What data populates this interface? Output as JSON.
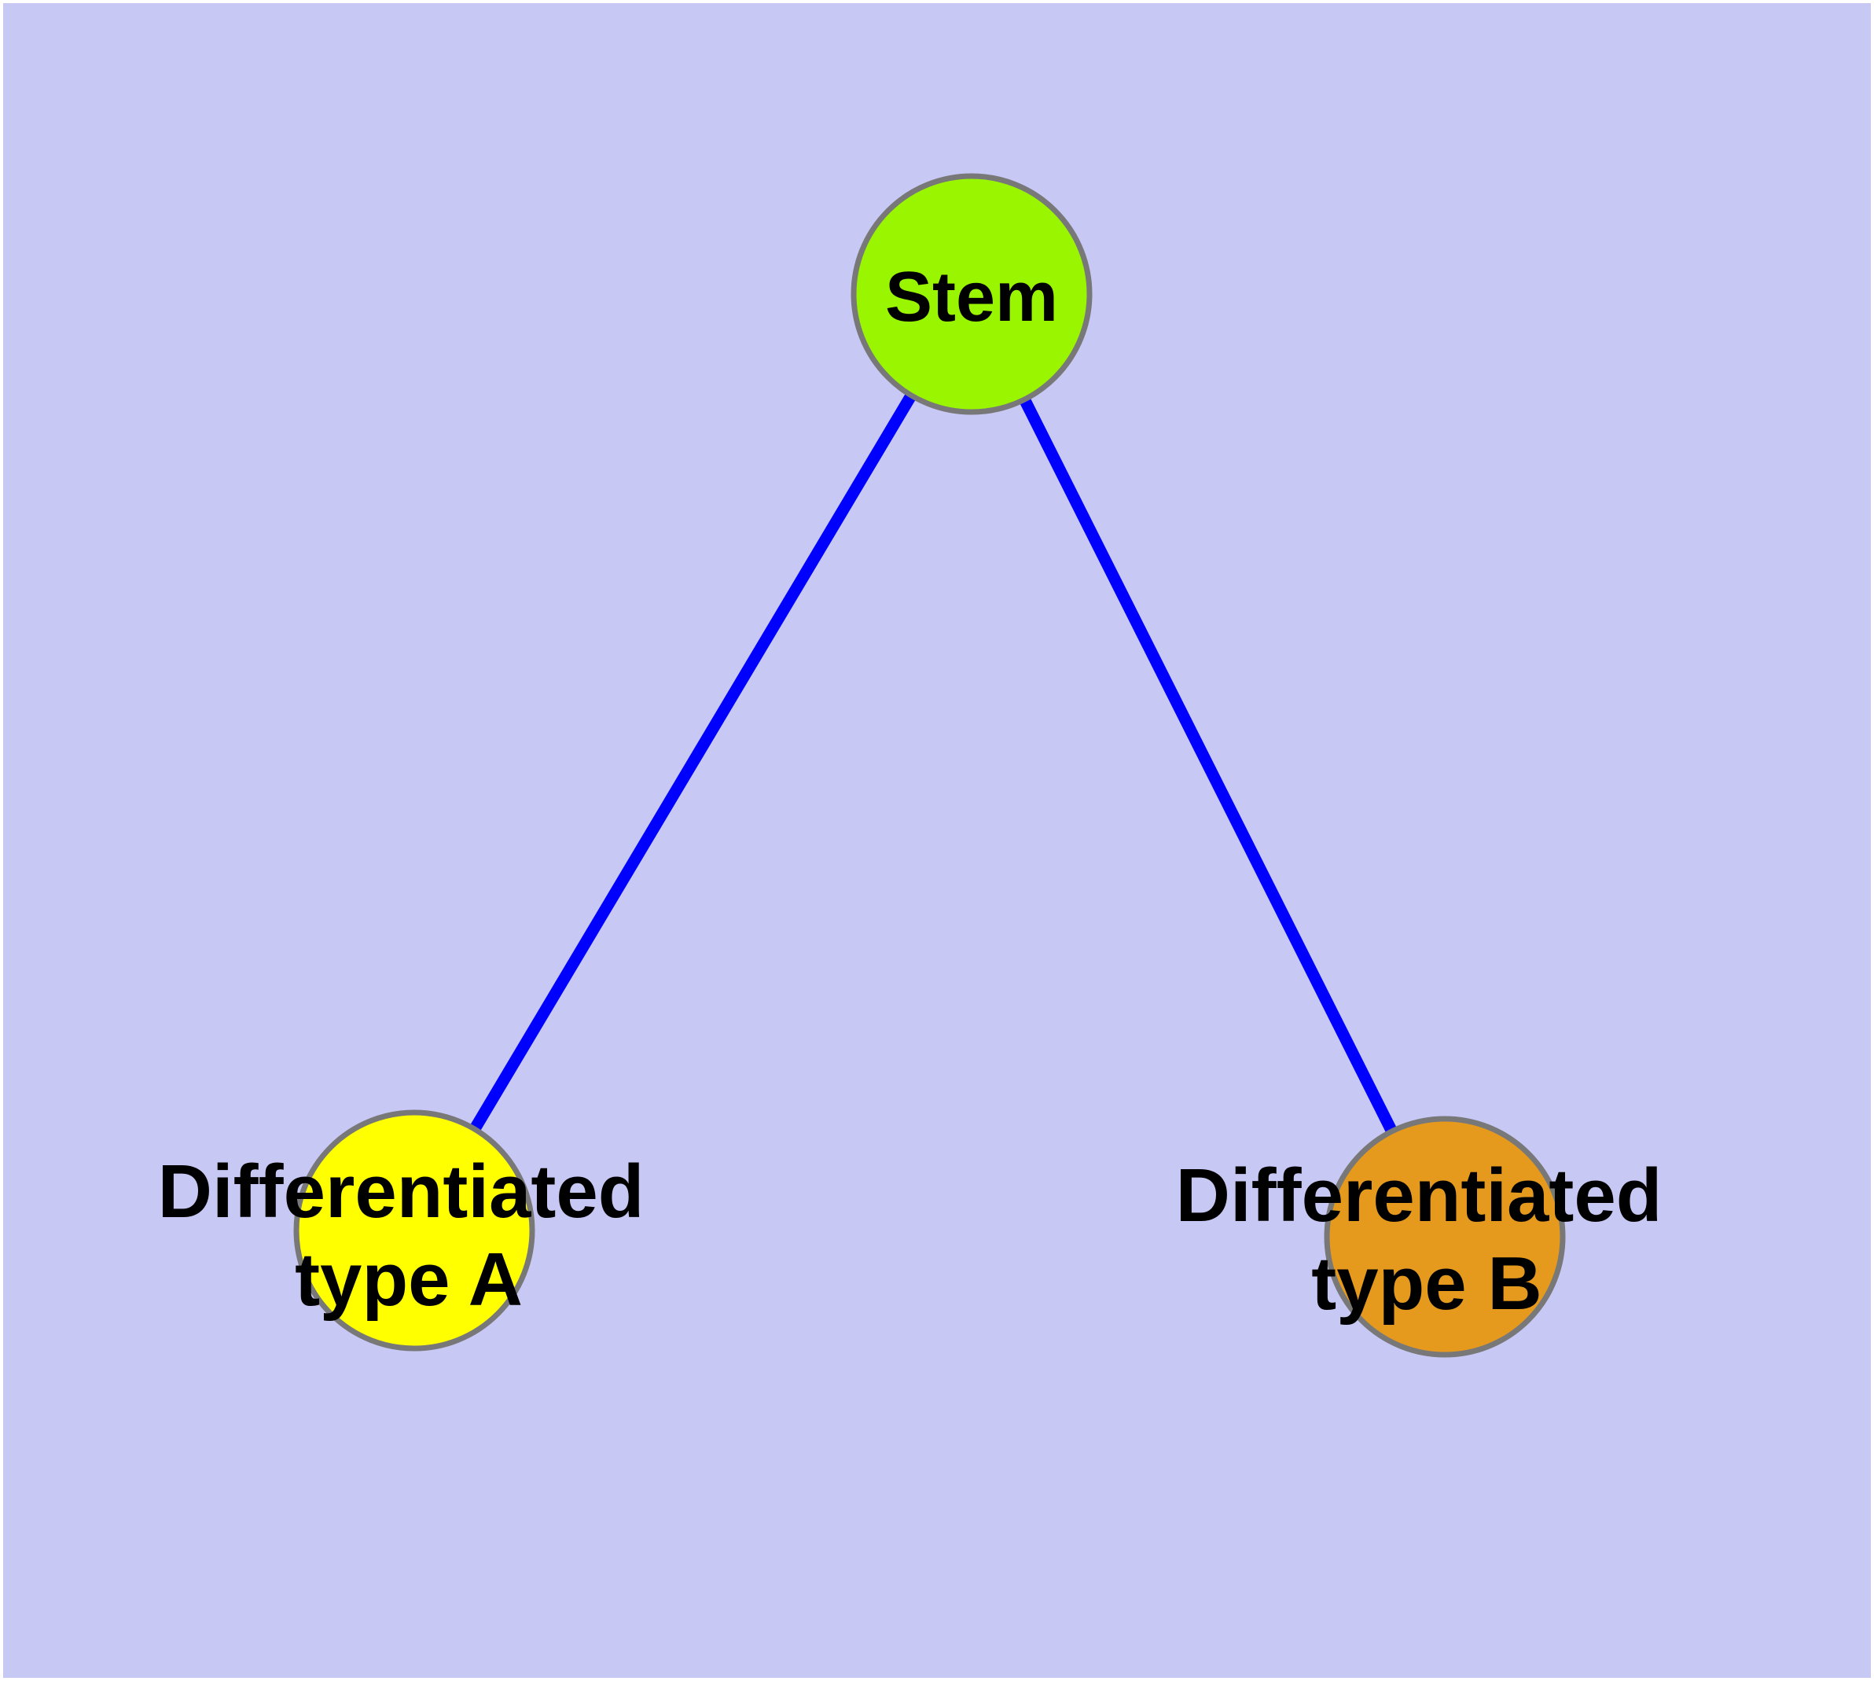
{
  "diagram": {
    "background_color": "#C8C8F5",
    "edge_color": "#0000FF",
    "node_border_color": "#787878",
    "text_color": "#000000",
    "nodes": {
      "stem": {
        "label": "Stem",
        "fill": "#99F500"
      },
      "type_a": {
        "label_line1": "Differentiated",
        "label_line2": "type A",
        "fill": "#FFFF00"
      },
      "type_b": {
        "label_line1": "Differentiated",
        "label_line2": "type B",
        "fill": "#E59A1E"
      }
    },
    "edges": [
      {
        "from": "stem",
        "to": "type_a"
      },
      {
        "from": "stem",
        "to": "type_b"
      }
    ]
  }
}
